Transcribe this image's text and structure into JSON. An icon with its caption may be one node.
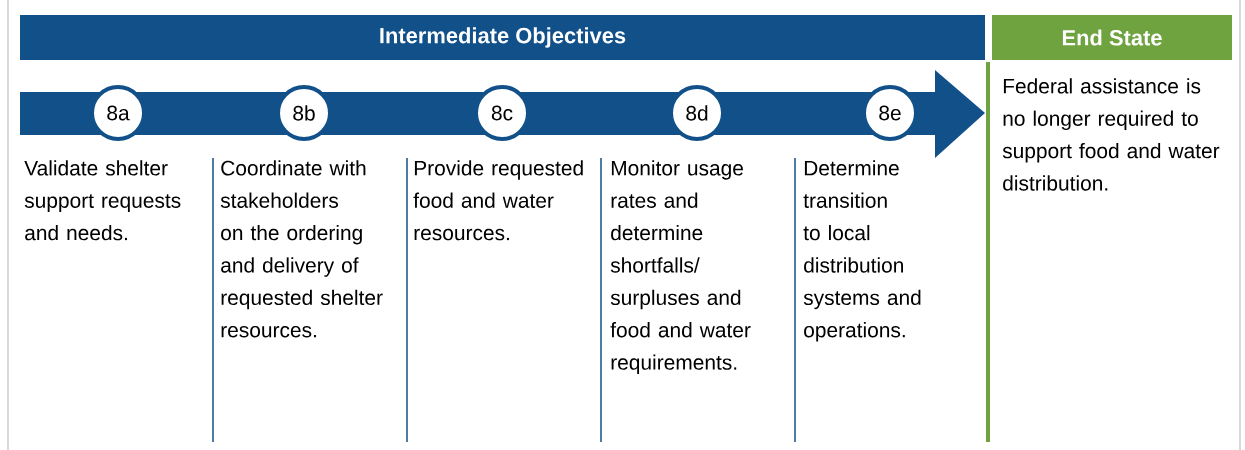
{
  "diagram": {
    "nodes": [
      {
        "text": [
          "Intermediate Objectives"
        ]
      },
      {
        "text": [
          "End State"
        ],
        "beside": [
          "Federal assistance is no longer required to support food and water distribution."
        ]
      },
      {
        "text": [],
        "shape": "arrow"
      },
      {
        "text": [
          "8a"
        ],
        "in": 2
      },
      {
        "text": [
          "8b"
        ],
        "in": 2
      },
      {
        "text": [
          "8c"
        ],
        "in": 2
      },
      {
        "text": [
          "8d"
        ],
        "in": 2
      },
      {
        "text": [
          "8e"
        ],
        "in": 2
      }
    ],
    "labels": [
      "Validate shelter support requests and needs.",
      "Coordinate with stakeholders on the ordering and delivery of requested shelter resources.",
      "Provide requested food and water resources.",
      "Monitor usage rates and determine shortfalls/ surpluses and food and water requirements.",
      "Determine transition to local distribution systems and operations."
    ]
  }
}
